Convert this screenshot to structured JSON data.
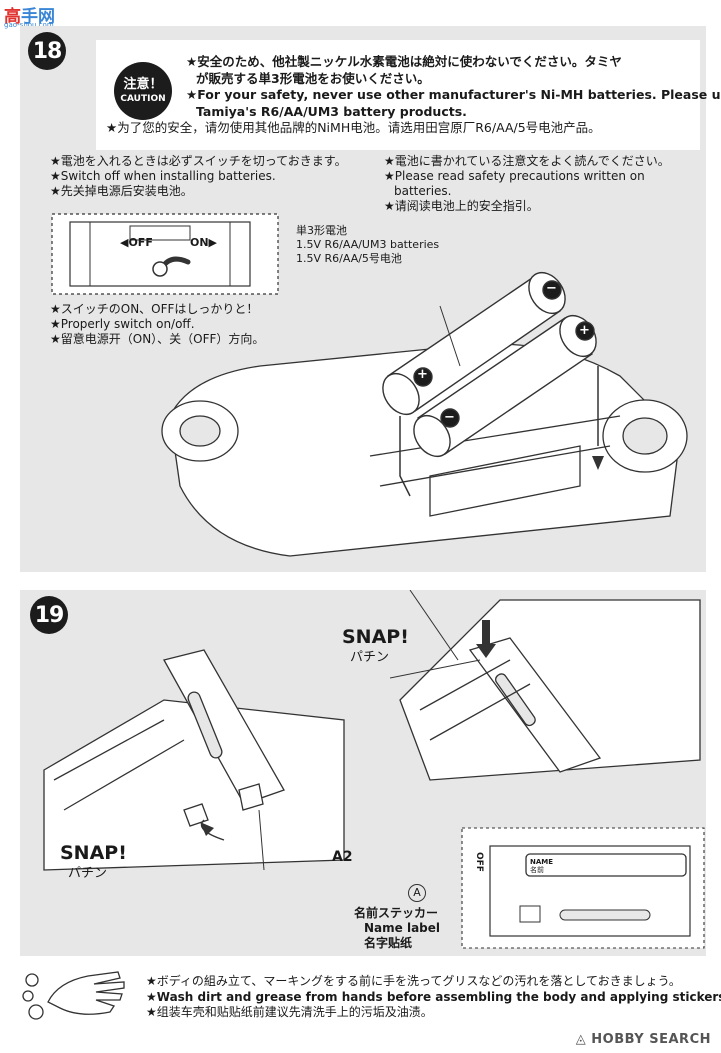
{
  "site_logo": {
    "text_main": "高",
    "text_accent": "手网",
    "url": "gao-shou.com"
  },
  "step18": {
    "number": "18",
    "caution_badge": {
      "jp": "注意！",
      "en": "CAUTION"
    },
    "caution_lines": [
      "★安全のため、他社製ニッケル水素電池は絶対に使わないでください。タミヤ",
      "が販売する単3形電池をお使いください。",
      "★For your safety, never use other manufacturer's Ni-MH batteries. Please use",
      "Tamiya's R6/AA/UM3 battery products.",
      "★为了您的安全，请勿使用其他品牌的NiMH电池。请选用田宫原厂R6/AA/5号电池产品。"
    ],
    "switch_note": [
      "★電池を入れるときは必ずスイッチを切っておきます。",
      "★Switch off when installing batteries.",
      "★先关掉电源后安装电池。"
    ],
    "read_note": [
      "★電池に書かれている注意文をよく読んでください。",
      "★Please read safety precautions written on",
      "batteries.",
      "★请阅读电池上的安全指引。"
    ],
    "switch_off": "◀OFF",
    "switch_on": "ON▶",
    "battery_label": [
      "単3形電池",
      "1.5V R6/AA/UM3 batteries",
      "1.5V R6/AA/5号电池"
    ],
    "onoff_note": [
      "★スイッチのON、OFFはしっかりと！",
      "★Properly switch on/off.",
      "★留意电源开（ON）、关（OFF）方向。"
    ],
    "plus_symbol": "+",
    "minus_symbol": "−"
  },
  "step19": {
    "number": "19",
    "snap_right": {
      "en": "SNAP!",
      "jp": "パチン"
    },
    "snap_left": {
      "en": "SNAP!",
      "jp": "パチン"
    },
    "part_label": "A2",
    "name_plate": {
      "en": "NAME",
      "jp": "名前"
    },
    "switch_mark": "OFF",
    "sticker_letter": "A",
    "sticker_label": [
      "名前ステッカー",
      "Name label",
      "名字贴纸"
    ]
  },
  "footer": {
    "lines": [
      "★ボディの組み立て、マーキングをする前に手を洗ってグリスなどの汚れを落としておきましょう。",
      "★Wash dirt and grease from hands before assembling the body and applying stickers.",
      "★组装车壳和贴贴纸前建议先清洗手上的污垢及油渍。"
    ]
  },
  "watermark": "◬ HOBBY SEARCH"
}
